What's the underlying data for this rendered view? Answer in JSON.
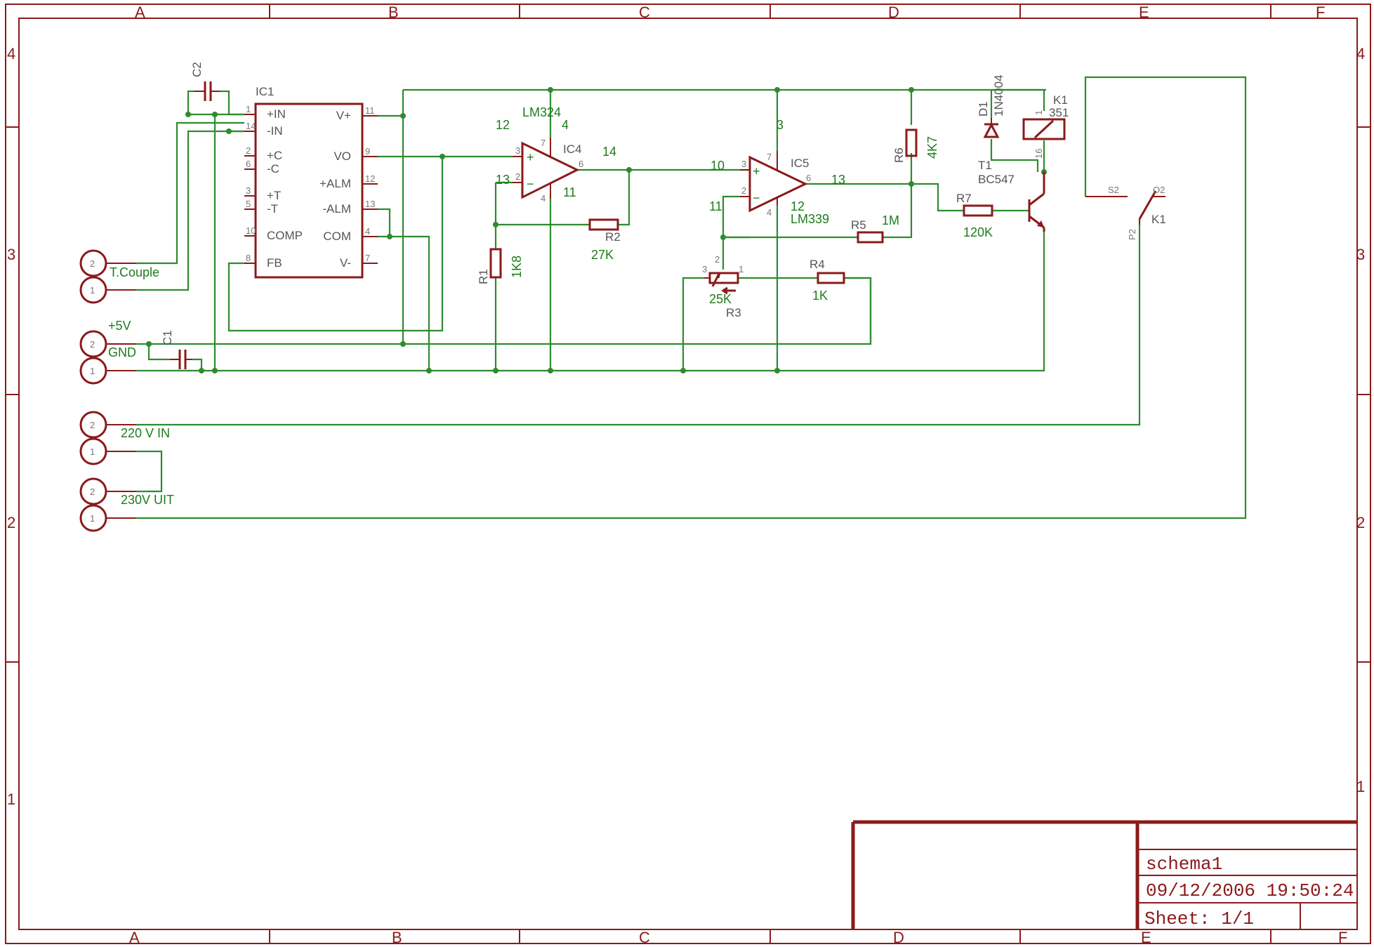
{
  "frame": {
    "columns": [
      "A",
      "B",
      "C",
      "D",
      "E",
      "F"
    ],
    "rows": [
      "4",
      "3",
      "2",
      "1"
    ]
  },
  "title_block": {
    "name": "schema1",
    "datetime": "09/12/2006 19:50:24",
    "sheet": "Sheet: 1/1"
  },
  "components": {
    "ic1": {
      "name": "IC1",
      "pins_left": [
        {
          "num": "1",
          "label": "+IN"
        },
        {
          "num": "14",
          "label": "-IN"
        },
        {
          "num": "2",
          "label": "+C"
        },
        {
          "num": "6",
          "label": "-C"
        },
        {
          "num": "3",
          "label": "+T"
        },
        {
          "num": "5",
          "label": "-T"
        },
        {
          "num": "10",
          "label": "COMP"
        },
        {
          "num": "8",
          "label": "FB"
        }
      ],
      "pins_right": [
        {
          "num": "11",
          "label": "V+"
        },
        {
          "num": "9",
          "label": "VO"
        },
        {
          "num": "12",
          "label": "+ALM"
        },
        {
          "num": "13",
          "label": "-ALM"
        },
        {
          "num": "4",
          "label": "COM"
        },
        {
          "num": "7",
          "label": "V-"
        }
      ]
    },
    "c1": {
      "name": "C1"
    },
    "c2": {
      "name": "C2"
    },
    "ic4": {
      "name": "IC4",
      "type": "LM324",
      "pin_plus": "3",
      "pin_minus": "2",
      "pin_out": "6",
      "pin_top": "7",
      "pin_bottom": "4",
      "net_plus": "12",
      "net_minus": "13",
      "net_out": "14",
      "net_top": "4",
      "net_bottom": "11",
      "plus_sign": "+",
      "minus_sign": "−"
    },
    "ic5": {
      "name": "IC5",
      "type": "LM339",
      "pin_plus": "3",
      "pin_minus": "2",
      "pin_out": "6",
      "pin_top": "7",
      "pin_bottom": "4",
      "net_plus": "10",
      "net_minus": "11",
      "net_out": "13",
      "net_top": "3",
      "net_bottom": "12",
      "plus_sign": "+",
      "minus_sign": "−"
    },
    "r1": {
      "name": "R1",
      "value": "1K8"
    },
    "r2": {
      "name": "R2",
      "value": "27K"
    },
    "r3": {
      "name": "R3",
      "value": "25K",
      "pins": [
        "3",
        "2",
        "1"
      ]
    },
    "r4": {
      "name": "R4",
      "value": "1K"
    },
    "r5": {
      "name": "R5",
      "value": "1M"
    },
    "r6": {
      "name": "R6",
      "value": "4K7"
    },
    "r7": {
      "name": "R7",
      "value": "120K"
    },
    "d1": {
      "name": "D1",
      "value": "1N4004"
    },
    "t1": {
      "name": "T1",
      "value": "BC547"
    },
    "k1": {
      "name": "K1",
      "value": "351",
      "pin_a": "1",
      "pin_b": "16"
    },
    "k1_switch": {
      "name": "K1",
      "pin_s": "S2",
      "pin_o": "O2",
      "pin_p": "P2"
    }
  },
  "connectors": [
    {
      "pin": "2",
      "label": "T.Couple"
    },
    {
      "pin": "1",
      "label": ""
    },
    {
      "pin": "2",
      "label": "+5V"
    },
    {
      "pin": "1",
      "label": "GND"
    },
    {
      "pin": "2",
      "label": "220 V IN"
    },
    {
      "pin": "1",
      "label": ""
    },
    {
      "pin": "2",
      "label": "230V UIT"
    },
    {
      "pin": "1",
      "label": ""
    }
  ]
}
